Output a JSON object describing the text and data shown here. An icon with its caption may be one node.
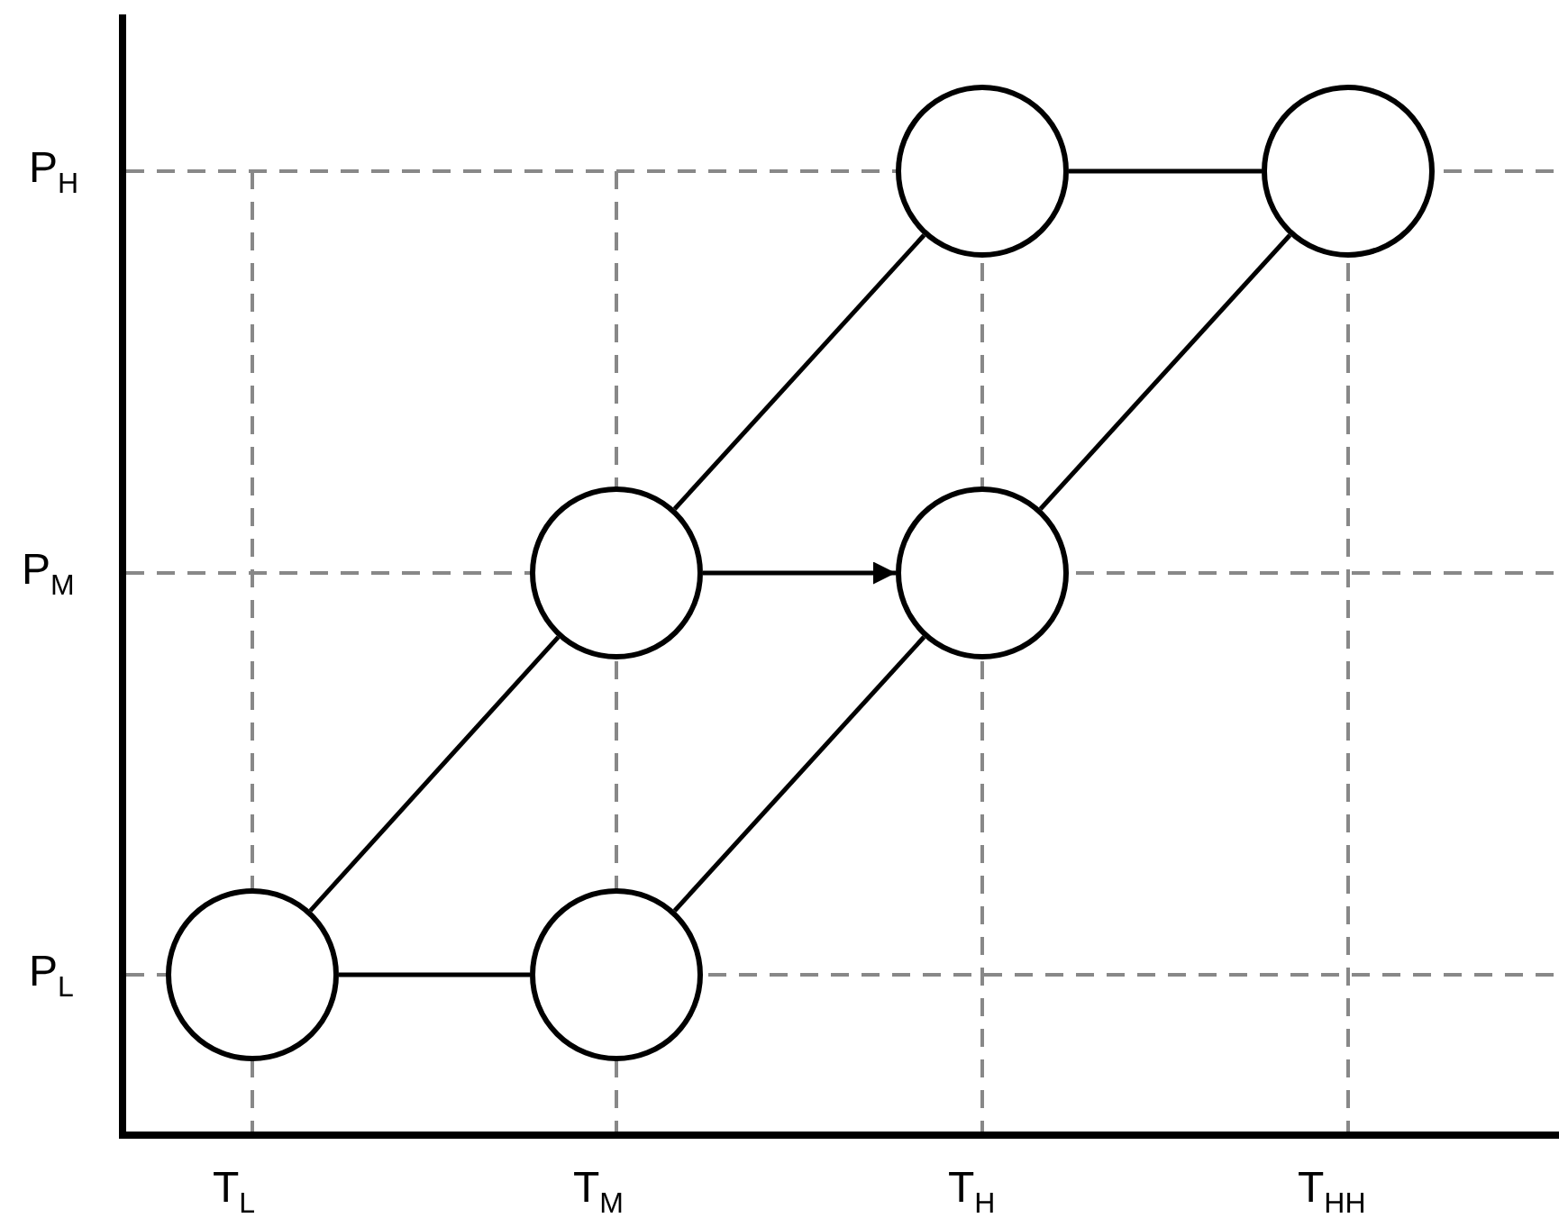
{
  "diagram": {
    "nodes": [
      {
        "text": [],
        "shape": "circle"
      },
      {
        "text": [],
        "shape": "circle"
      },
      {
        "text": [],
        "shape": "circle"
      },
      {
        "text": [],
        "shape": "circle"
      },
      {
        "text": [],
        "shape": "circle"
      },
      {
        "text": [],
        "shape": "circle"
      }
    ],
    "edges": [
      {
        "from": 0,
        "to": 1,
        "arrow": "none"
      },
      {
        "from": 2,
        "to": 0,
        "arrow": "none"
      },
      {
        "from": 2,
        "to": 3,
        "arrow": "to"
      },
      {
        "from": 3,
        "to": 1,
        "arrow": "none"
      },
      {
        "from": 4,
        "to": 2,
        "arrow": "none"
      },
      {
        "from": 4,
        "to": 5,
        "arrow": "none"
      },
      {
        "from": 5,
        "to": 3,
        "arrow": "none"
      }
    ],
    "labels": [
      "P$_{H}$",
      "P$_{M}$",
      "P$_{L}$",
      "T$_{L}$",
      "T$_{M}$",
      "T$_{H}$",
      "T$_{HH}$"
    ]
  }
}
